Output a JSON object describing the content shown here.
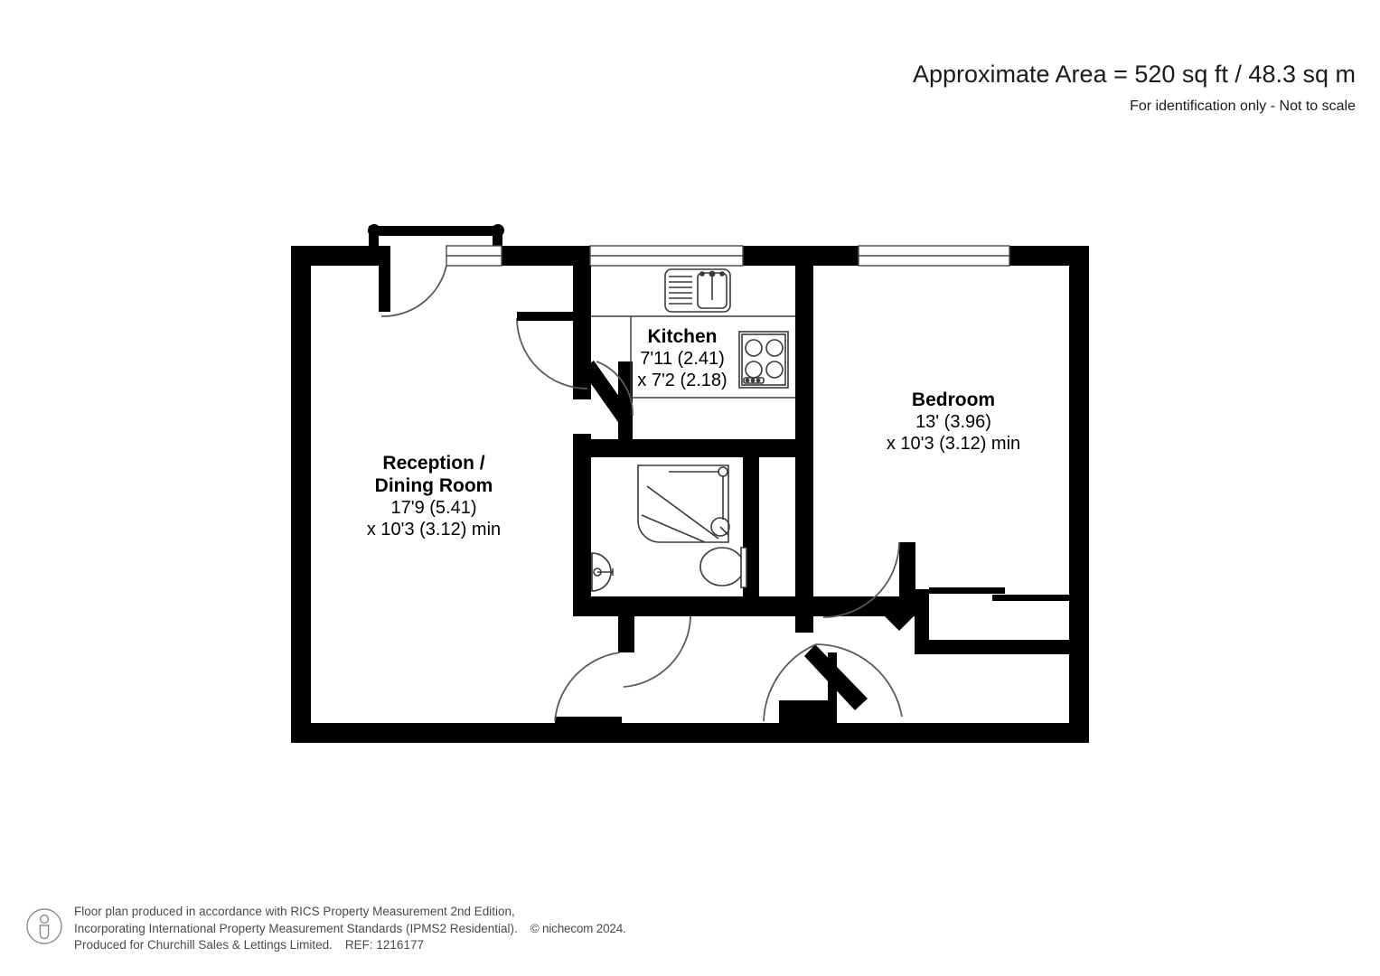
{
  "header": {
    "area_title": "Approximate Area = 520 sq ft / 48.3 sq m",
    "subtitle": "For identification only - Not to scale"
  },
  "rooms": [
    {
      "key": "reception",
      "name": "Reception /",
      "name2": "Dining Room",
      "dim1": "17'9 (5.41)",
      "dim2": "x 10'3 (3.12) min"
    },
    {
      "key": "kitchen",
      "name": "Kitchen",
      "name2": "",
      "dim1": "7'11 (2.41)",
      "dim2": "x 7'2 (2.18)"
    },
    {
      "key": "bedroom",
      "name": "Bedroom",
      "name2": "",
      "dim1": "13' (3.96)",
      "dim2": "x 10'3 (3.12) min"
    }
  ],
  "footer": {
    "line1": "Floor plan produced in accordance with RICS Property Measurement 2nd Edition,",
    "line2": "Incorporating International Property Measurement Standards (IPMS2 Residential).",
    "copyright": "© nichecom 2024.",
    "line3": "Produced for Churchill Sales & Lettings Limited.",
    "reference": "REF: 1216177",
    "icon": "person-in-circle-icon"
  },
  "fixtures": {
    "sink": "kitchen-sink-with-drainer",
    "hob": "four-ring-hob",
    "shower": "corner-shower-enclosure",
    "basin": "wash-basin",
    "toilet": "wc-toilet",
    "wardrobe": "built-in-wardrobe",
    "entry_door": "front-entrance-door",
    "kitchen_door": "kitchen-door",
    "bathroom_door": "bathroom-door",
    "bedroom_door": "bedroom-door",
    "hall_door": "hall-door",
    "window_top_left": "window",
    "window_top_right": "window"
  },
  "colors": {
    "wall": "#000000",
    "background": "#ffffff",
    "fixture_stroke": "#3a3a3a",
    "text": "#000000",
    "footer_text": "#4a4a4a"
  }
}
